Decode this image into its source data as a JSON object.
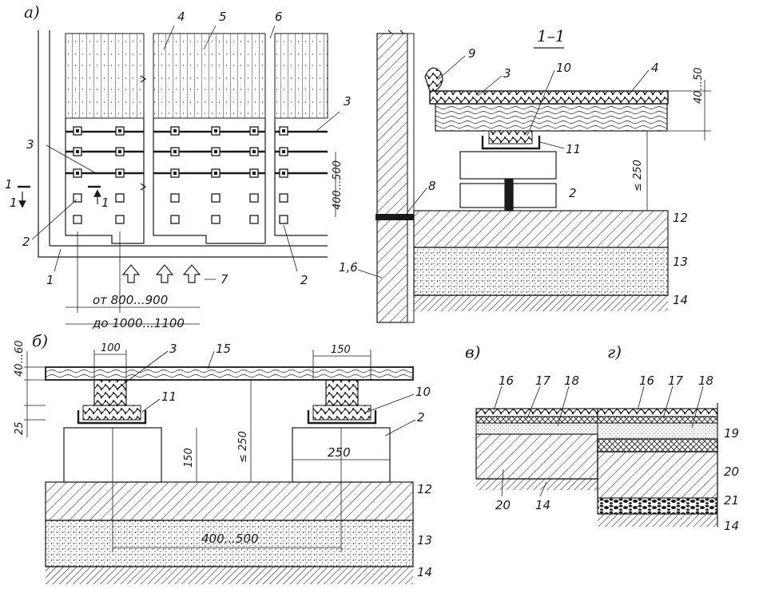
{
  "colors": {
    "ink": "#1a1a1a",
    "paper": "#ffffff"
  },
  "panels": {
    "a": {
      "title": "а)",
      "labels": {
        "l1": "1",
        "l2": "2",
        "l2b": "2",
        "l3": "3",
        "l3b": "3",
        "l4": "4",
        "l5": "5",
        "l6": "6",
        "l7": "7",
        "l1b": "1",
        "section_left": "1",
        "section_mid": "1"
      },
      "dim_step": "400...500",
      "dim_from": "от 800...900",
      "dim_to": "до 1000...1100"
    },
    "section": {
      "title": "1–1",
      "labels": {
        "l9": "9",
        "l3": "3",
        "l10": "10",
        "l4": "4",
        "l11": "11",
        "l8": "8",
        "l2": "2",
        "l12": "12",
        "l13": "13",
        "l14": "14",
        "l16": "1,6"
      },
      "dim_top": "40...50",
      "dim_height": "≤ 250"
    },
    "b": {
      "title": "б)",
      "labels": {
        "l3": "3",
        "l15": "15",
        "l11": "11",
        "l10": "10",
        "l2": "2",
        "l12": "12",
        "l13": "13",
        "l14": "14"
      },
      "dim_left_top": "40...60",
      "dim_left_bottom": "25",
      "dim_100": "100",
      "dim_150_top": "150",
      "dim_150_side": "150",
      "dim_height": "≤ 250",
      "dim_250": "250",
      "dim_span": "400...500"
    },
    "v": {
      "title": "в)",
      "labels": {
        "l16": "16",
        "l17": "17",
        "l18": "18",
        "l20": "20",
        "l14": "14"
      }
    },
    "g": {
      "title": "г)",
      "labels": {
        "l16": "16",
        "l17": "17",
        "l18": "18",
        "l19": "19",
        "l20": "20",
        "l21": "21",
        "l14": "14"
      }
    }
  }
}
